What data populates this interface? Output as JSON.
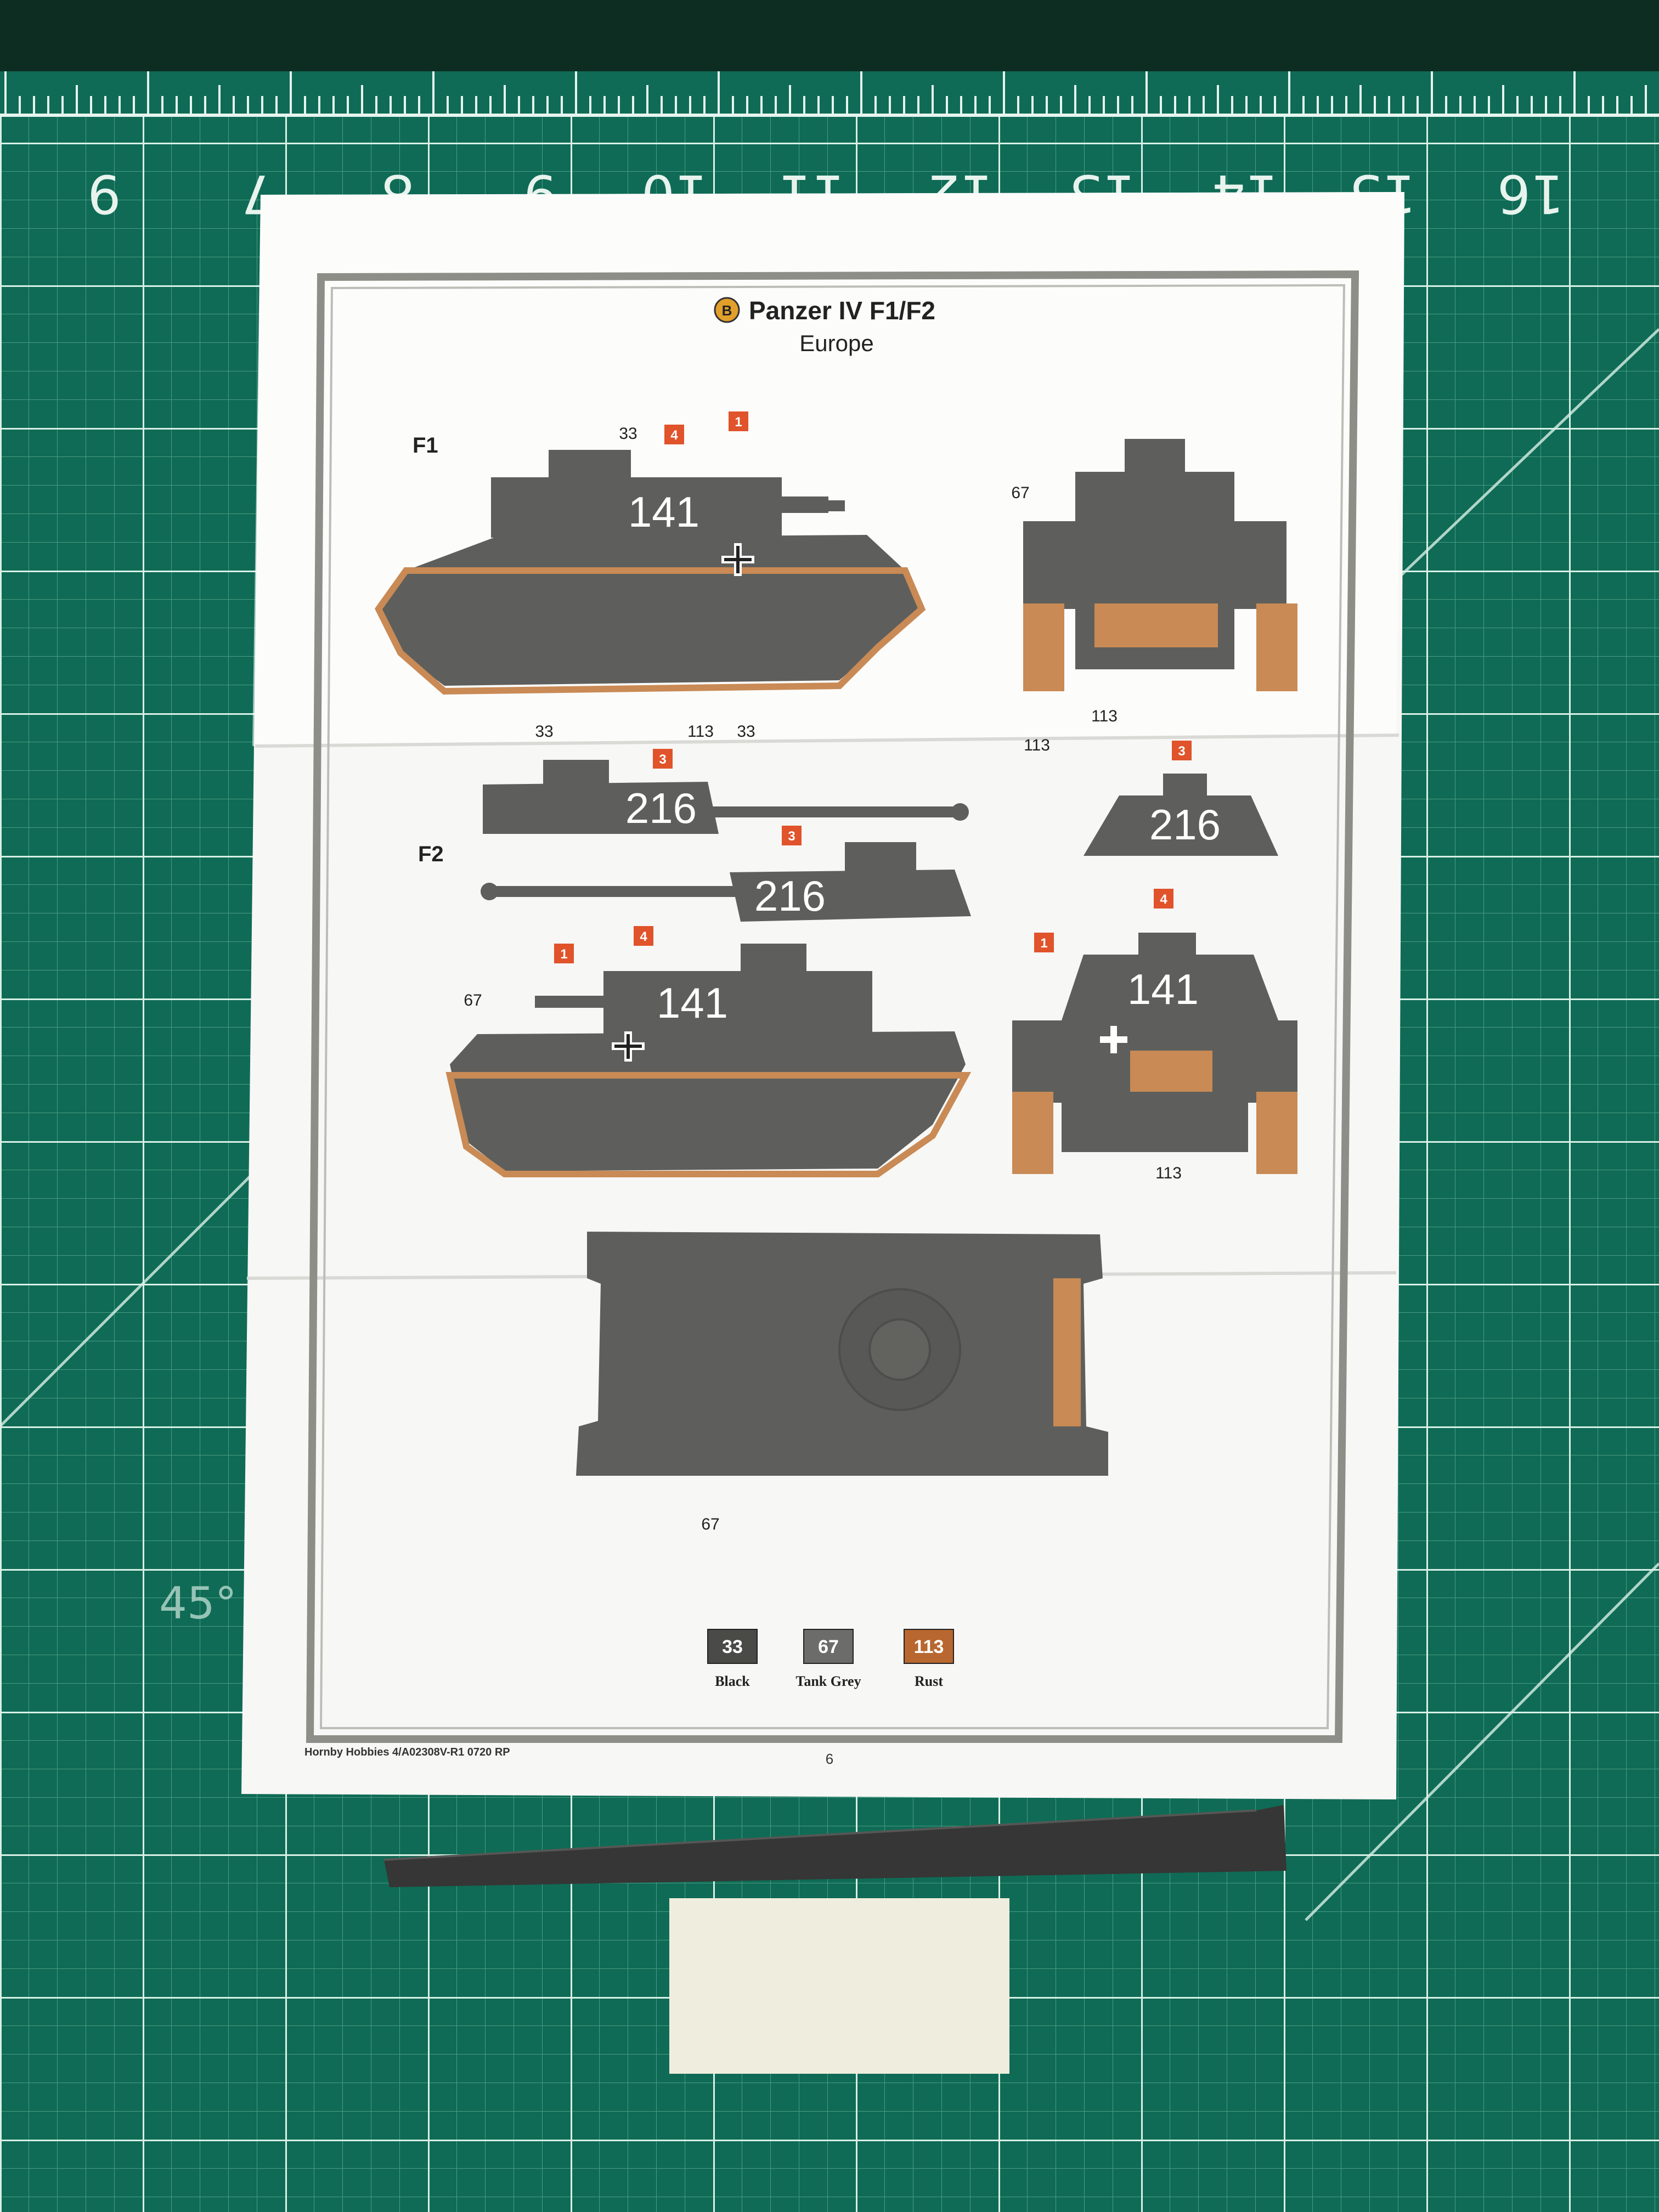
{
  "mat": {
    "ruler_numbers": [
      "9",
      "7",
      "8",
      "9",
      "10",
      "11",
      "12",
      "13",
      "14",
      "15",
      "16"
    ],
    "angle_mark": "45°"
  },
  "sheet": {
    "title_badge": "B",
    "title": "Panzer IV F1/F2",
    "subtitle": "Europe",
    "variants": [
      "F1",
      "F2"
    ],
    "marking_badges": [
      "1",
      "3",
      "4"
    ],
    "turret_numbers": [
      "141",
      "216"
    ],
    "callouts": [
      "33",
      "67",
      "113"
    ],
    "palette": [
      {
        "code": "33",
        "name": "Black",
        "color": "#4a4a47"
      },
      {
        "code": "67",
        "name": "Tank Grey",
        "color": "#6c6d6b"
      },
      {
        "code": "113",
        "name": "Rust",
        "color": "#b7672f"
      }
    ],
    "footer_left": "Hornby Hobbies 4/A02308V-R1 0720 RP",
    "page_number": "6"
  },
  "colors": {
    "mat_green": "#0f6b55",
    "grid_line": "#bfe4d6",
    "tank_grey": "#5e5f5c",
    "rust": "#c98a55",
    "badge_orange": "#e0532b"
  }
}
